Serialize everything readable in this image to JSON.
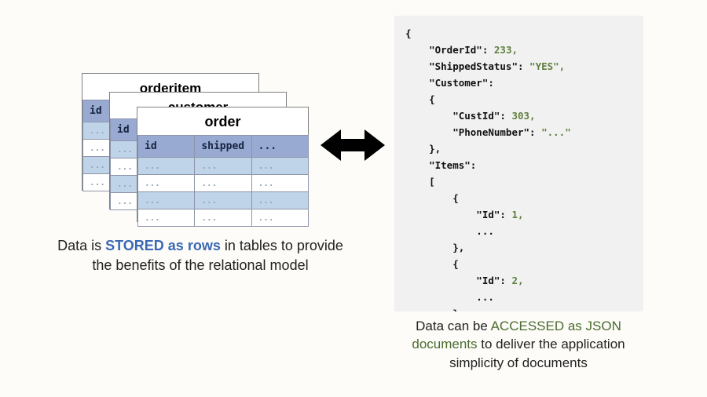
{
  "background": "#fdfcf8",
  "colors": {
    "header_row": "#98a9d2",
    "alt_row": "#bfd3e9",
    "stored_highlight": "#3b69b5",
    "accessed_highlight": "#4a6b2f",
    "json_panel_bg": "#f1f1f1",
    "json_value": "#5f7f3f",
    "arrow": "#000000"
  },
  "tables": [
    {
      "title": "orderitem",
      "columns": [
        "id"
      ],
      "rows": [
        [
          "..."
        ],
        [
          "..."
        ],
        [
          "..."
        ],
        [
          "..."
        ]
      ]
    },
    {
      "title": "customer",
      "columns": [
        "id"
      ],
      "rows": [
        [
          "..."
        ],
        [
          "..."
        ],
        [
          "..."
        ],
        [
          "..."
        ]
      ]
    },
    {
      "title": "order",
      "columns": [
        "id",
        "shipped",
        "..."
      ],
      "rows": [
        [
          "...",
          "...",
          "..."
        ],
        [
          "...",
          "...",
          "..."
        ],
        [
          "...",
          "...",
          "..."
        ],
        [
          "...",
          "...",
          "..."
        ]
      ]
    }
  ],
  "arrow": {
    "name": "double-headed-arrow",
    "direction": "left-right"
  },
  "json_document": {
    "lines": [
      {
        "indent": 0,
        "key": "{",
        "value": ""
      },
      {
        "indent": 1,
        "key": "\"OrderId\": ",
        "value": "233,"
      },
      {
        "indent": 1,
        "key": "\"ShippedStatus\": ",
        "value": "\"YES\","
      },
      {
        "indent": 1,
        "key": "\"Customer\":",
        "value": ""
      },
      {
        "indent": 1,
        "key": "{",
        "value": ""
      },
      {
        "indent": 2,
        "key": "\"CustId\": ",
        "value": "303,"
      },
      {
        "indent": 2,
        "key": "\"PhoneNumber\": ",
        "value": "\"...\""
      },
      {
        "indent": 1,
        "key": "},",
        "value": ""
      },
      {
        "indent": 1,
        "key": "\"Items\":",
        "value": ""
      },
      {
        "indent": 1,
        "key": "[",
        "value": ""
      },
      {
        "indent": 2,
        "key": "{",
        "value": ""
      },
      {
        "indent": 3,
        "key": "\"Id\": ",
        "value": "1,"
      },
      {
        "indent": 3,
        "key": "...",
        "value": ""
      },
      {
        "indent": 2,
        "key": "},",
        "value": ""
      },
      {
        "indent": 2,
        "key": "{",
        "value": ""
      },
      {
        "indent": 3,
        "key": "\"Id\": ",
        "value": "2,"
      },
      {
        "indent": 3,
        "key": "...",
        "value": ""
      },
      {
        "indent": 2,
        "key": "},",
        "value": ""
      },
      {
        "indent": 2,
        "key": "...",
        "value": ""
      },
      {
        "indent": 1,
        "key": "]",
        "value": ""
      },
      {
        "indent": 0,
        "key": "}",
        "value": ""
      }
    ]
  },
  "captions": {
    "left": {
      "before": "Data is ",
      "highlight": "STORED as rows",
      "after": " in tables to provide the benefits of the relational model"
    },
    "right": {
      "before": "Data can be ",
      "highlight": "ACCESSED as JSON documents",
      "after": " to deliver the application simplicity of documents"
    }
  }
}
